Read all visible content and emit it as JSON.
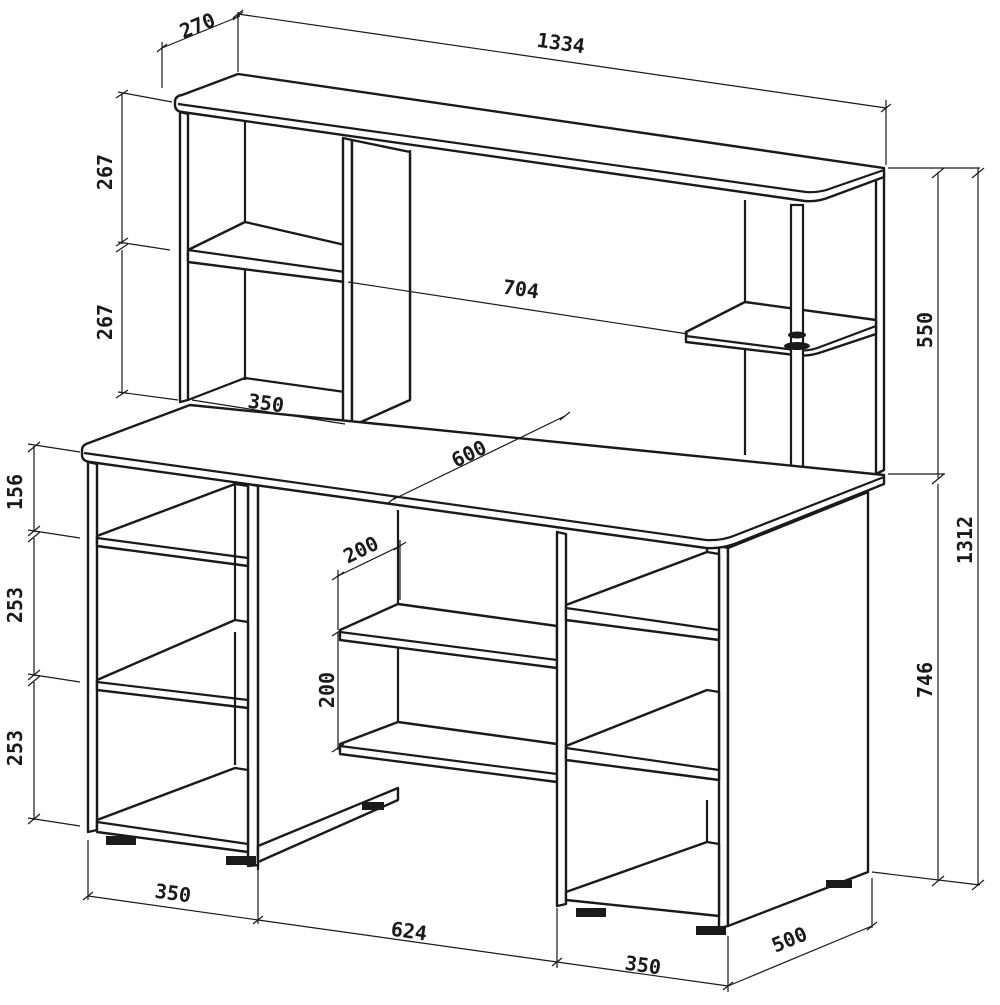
{
  "diagram": {
    "type": "furniture-technical-drawing",
    "subject": "computer desk with hutch",
    "colors": {
      "line": "#1a1a1a",
      "background": "#ffffff"
    },
    "dimensions": {
      "hutch_depth": "270",
      "total_width": "1334",
      "hutch_upper_section": "267",
      "hutch_lower_section": "267",
      "hutch_height": "550",
      "total_height": "1312",
      "hutch_inner_span": "704",
      "hutch_compartment_width": "350",
      "desk_inner_depth": "600",
      "left_top_section": "156",
      "left_middle_section": "253",
      "left_bottom_section": "253",
      "middle_shelf_depth": "200",
      "middle_shelf_height": "200",
      "desk_height": "746",
      "left_pedestal_width": "350",
      "knee_space_width": "624",
      "right_pedestal_width": "350",
      "desk_depth": "500"
    }
  }
}
